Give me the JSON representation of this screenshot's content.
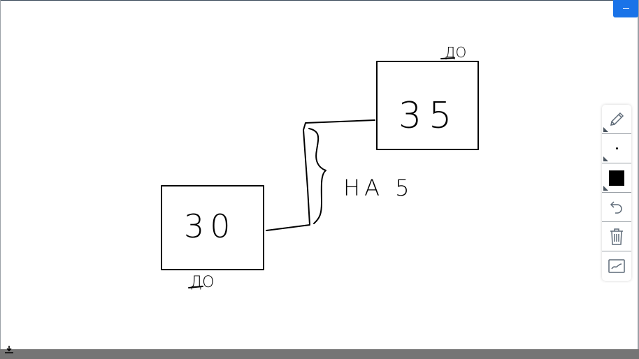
{
  "window": {
    "minimize_label": "–"
  },
  "board": {
    "box_top_value": "35",
    "box_bottom_value": "30",
    "label_top": "ДО",
    "label_bottom": "ДО",
    "difference_label": "НА 5",
    "stroke_color": "#000000"
  },
  "toolbar": {
    "tools": [
      {
        "name": "pencil",
        "icon": "pencil-icon"
      },
      {
        "name": "stroke-size",
        "icon": "dot-icon"
      },
      {
        "name": "color",
        "icon": "color-swatch",
        "color": "#000000"
      },
      {
        "name": "undo",
        "icon": "undo-icon"
      },
      {
        "name": "clear",
        "icon": "trash-icon"
      },
      {
        "name": "shape-recognition",
        "icon": "chart-line-icon"
      }
    ]
  },
  "bottom_bar": {
    "icon": "download-icon"
  }
}
